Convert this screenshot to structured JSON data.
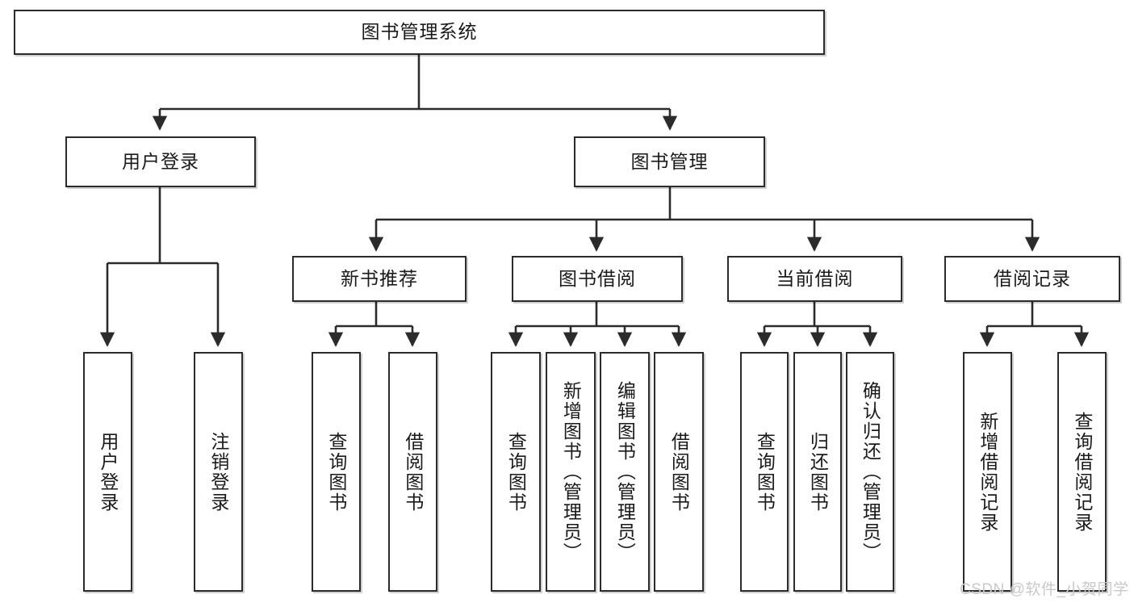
{
  "diagram": {
    "title": "图书管理系统",
    "watermark": "CSDN @软件_小贺同学",
    "line_color": "#2b2b2b",
    "box_border_color": "#2b2b2b",
    "box_fill": "#ffffff",
    "watermark_color": "#c9c9c9"
  },
  "nodes": {
    "root": {
      "label": "图书管理系统"
    },
    "level2": [
      {
        "label": "用户登录"
      },
      {
        "label": "图书管理"
      }
    ],
    "level3": [
      {
        "label": "新书推荐"
      },
      {
        "label": "图书借阅"
      },
      {
        "label": "当前借阅"
      },
      {
        "label": "借阅记录"
      }
    ],
    "leaves_user_login": [
      {
        "label": "用户登录"
      },
      {
        "label": "注销登录"
      }
    ],
    "leaves_new_book": [
      {
        "label": "查询图书"
      },
      {
        "label": "借阅图书"
      }
    ],
    "leaves_borrow": [
      {
        "label": "查询图书"
      },
      {
        "label": "新增图书（管理员）"
      },
      {
        "label": "编辑图书（管理员）"
      },
      {
        "label": "借阅图书"
      }
    ],
    "leaves_current": [
      {
        "label": "查询图书"
      },
      {
        "label": "归还图书"
      },
      {
        "label": "确认归还（管理员）"
      }
    ],
    "leaves_records": [
      {
        "label": "新增借阅记录"
      },
      {
        "label": "查询借阅记录"
      }
    ]
  },
  "chart_data": {
    "type": "tree-diagram",
    "title": "图书管理系统",
    "hierarchy": {
      "name": "图书管理系统",
      "children": [
        {
          "name": "用户登录",
          "children": [
            {
              "name": "用户登录"
            },
            {
              "name": "注销登录"
            }
          ]
        },
        {
          "name": "图书管理",
          "children": [
            {
              "name": "新书推荐",
              "children": [
                {
                  "name": "查询图书"
                },
                {
                  "name": "借阅图书"
                }
              ]
            },
            {
              "name": "图书借阅",
              "children": [
                {
                  "name": "查询图书"
                },
                {
                  "name": "新增图书（管理员）"
                },
                {
                  "name": "编辑图书（管理员）"
                },
                {
                  "name": "借阅图书"
                }
              ]
            },
            {
              "name": "当前借阅",
              "children": [
                {
                  "name": "查询图书"
                },
                {
                  "name": "归还图书"
                },
                {
                  "name": "确认归还（管理员）"
                }
              ]
            },
            {
              "name": "借阅记录",
              "children": [
                {
                  "name": "新增借阅记录"
                },
                {
                  "name": "查询借阅记录"
                }
              ]
            }
          ]
        }
      ]
    }
  }
}
